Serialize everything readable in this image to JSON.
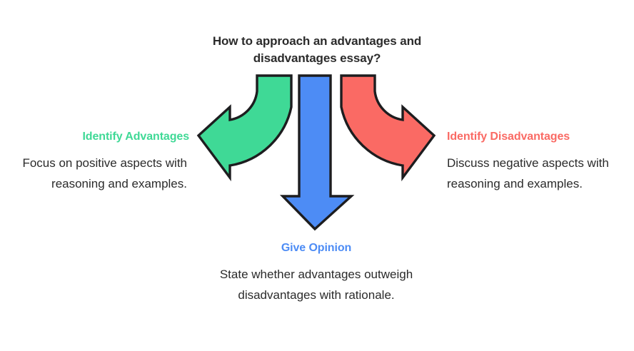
{
  "title": "How to approach an advantages and disadvantages essay?",
  "colors": {
    "green": "#3FD996",
    "red": "#FA6A64",
    "blue": "#4D8CF5",
    "outline": "#1d1d1f",
    "body_text": "#2b2b2b",
    "background": "#ffffff"
  },
  "nodes": {
    "advantages": {
      "label": "Identify Advantages",
      "description": "Focus on positive aspects with reasoning and examples.",
      "color": "#3FD996",
      "arrow": "curved-arrow-left"
    },
    "opinion": {
      "label": "Give Opinion",
      "description": "State whether advantages outweigh disadvantages with rationale.",
      "color": "#4D8CF5",
      "arrow": "arrow-down"
    },
    "disadvantages": {
      "label": "Identify Disadvantages",
      "description": "Discuss negative aspects with reasoning and examples.",
      "color": "#FA6A64",
      "arrow": "curved-arrow-right"
    }
  }
}
